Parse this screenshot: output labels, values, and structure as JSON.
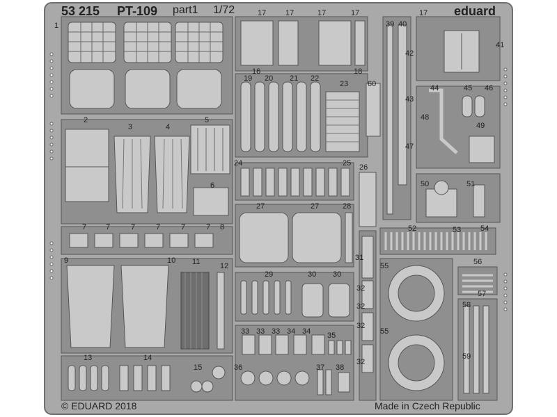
{
  "header": {
    "catalog": "53 215",
    "model": "PT-109",
    "part": "part1",
    "scale": "1/72",
    "brand": "eduard"
  },
  "footer": {
    "copyright": "© EDUARD 2018",
    "origin": "Made in Czech Republic"
  },
  "part_numbers": [
    "1",
    "2",
    "3",
    "4",
    "5",
    "6",
    "7",
    "7",
    "7",
    "7",
    "7",
    "7",
    "8",
    "9",
    "10",
    "11",
    "12",
    "13",
    "14",
    "15",
    "16",
    "17",
    "17",
    "17",
    "17",
    "17",
    "18",
    "19",
    "20",
    "21",
    "22",
    "23",
    "24",
    "25",
    "26",
    "27",
    "27",
    "28",
    "29",
    "30",
    "30",
    "31",
    "32",
    "32",
    "32",
    "32",
    "33",
    "33",
    "33",
    "34",
    "34",
    "35",
    "36",
    "37",
    "38",
    "39",
    "40",
    "41",
    "42",
    "43",
    "44",
    "45",
    "46",
    "47",
    "48",
    "49",
    "50",
    "51",
    "52",
    "53",
    "54",
    "55",
    "55",
    "56",
    "57",
    "58",
    "59",
    "60"
  ],
  "colors": {
    "fret": "#a9a9a9",
    "fret_dark": "#7b7b7b",
    "part_light": "#c9c9c9",
    "ink": "#222222"
  }
}
